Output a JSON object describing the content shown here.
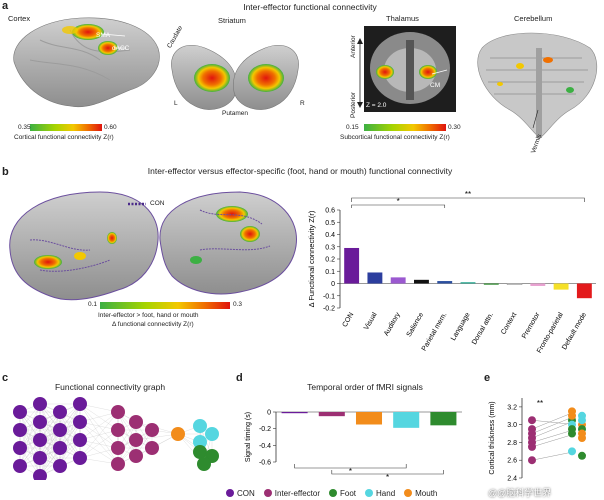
{
  "panels": {
    "a": {
      "letter": "a",
      "title": "Inter-effector functional connectivity",
      "cortex": {
        "label": "Cortex",
        "sma": "SMA",
        "dacc": "dACC"
      },
      "striatum": {
        "label": "Striatum",
        "caudate": "Caudate",
        "putamen": "Putamen",
        "left": "L",
        "right": "R"
      },
      "thalamus": {
        "label": "Thalamus",
        "anterior": "Anterior",
        "posterior": "Posterior",
        "z": "Z = 2.0",
        "cm": "CM"
      },
      "cerebellum": {
        "label": "Cerebellum",
        "vermis": "Vermis"
      },
      "cortical_bar": {
        "min": "0.35",
        "max": "0.60",
        "caption": "Cortical functional connectivity Z(r)"
      },
      "subcortical_bar": {
        "min": "0.15",
        "max": "0.30",
        "caption": "Subcortical functional connectivity Z(r)"
      }
    },
    "b": {
      "letter": "b",
      "title": "Inter-effector versus effector-specific (foot, hand or mouth) functional connectivity",
      "con_legend": "CON",
      "bar": {
        "min": "0.1",
        "max": "0.3",
        "caption1": "Inter-effector > foot, hand or mouth",
        "caption2": "Δ functional connectivity Z(r)"
      },
      "sig1": "*",
      "sig2": "**"
    },
    "c": {
      "letter": "c",
      "title": "Functional connectivity graph"
    },
    "d": {
      "letter": "d",
      "title": "Temporal order of fMRI signals",
      "sig1": "*",
      "sig2": "*"
    },
    "e": {
      "letter": "e",
      "sig": "**"
    }
  },
  "legend": [
    {
      "label": "CON",
      "color": "#6a1b9a"
    },
    {
      "label": "Inter-effector",
      "color": "#9c2f73"
    },
    {
      "label": "Foot",
      "color": "#2e8b2e"
    },
    {
      "label": "Hand",
      "color": "#55d6e0"
    },
    {
      "label": "Mouth",
      "color": "#f28c1b"
    }
  ],
  "watermark": "@@脑科学世界",
  "chart_data": [
    {
      "type": "bar",
      "categories": [
        "CON",
        "Visual",
        "Auditory",
        "Salience",
        "Parietal mem.",
        "Language",
        "Dorsal attn.",
        "Context",
        "Premotor",
        "Fronto-parietal",
        "Default mode"
      ],
      "values": [
        0.29,
        0.09,
        0.05,
        0.03,
        0.02,
        0.01,
        0.0,
        -0.01,
        -0.02,
        -0.05,
        -0.12
      ],
      "colors": [
        "#6a1b9a",
        "#2c3e9e",
        "#9b59d0",
        "#111111",
        "#2c4fa0",
        "#1aa38a",
        "#2e8b2e",
        "#dddddd",
        "#e8a0d0",
        "#f5e028",
        "#e31a1c"
      ],
      "ylabel": "Δ Functional connectivity Z(r)",
      "ylim": [
        -0.2,
        0.6
      ],
      "yticks": [
        "-0.2",
        "-0.1",
        "0",
        "0.1",
        "0.2",
        "0.3",
        "0.4",
        "0.5",
        "0.6"
      ]
    },
    {
      "type": "bar",
      "categories": [
        "CON",
        "Inter-effector",
        "Foot",
        "Hand",
        "Mouth"
      ],
      "values": [
        -0.01,
        -0.05,
        -0.15,
        -0.19,
        -0.16
      ],
      "colors": [
        "#6a1b9a",
        "#9c2f73",
        "#f28c1b",
        "#55d6e0",
        "#2e8b2e"
      ],
      "ylabel": "Signal timing (s)",
      "ylim": [
        -0.6,
        0.0
      ],
      "yticks": [
        "0",
        "-0.2",
        "-0.4",
        "-0.6"
      ]
    },
    {
      "type": "scatter",
      "ylabel": "Cortical thickness (mm)",
      "ylim": [
        2.4,
        3.3
      ],
      "yticks": [
        "2.4",
        "2.6",
        "2.8",
        "3.0",
        "3.2"
      ]
    }
  ]
}
